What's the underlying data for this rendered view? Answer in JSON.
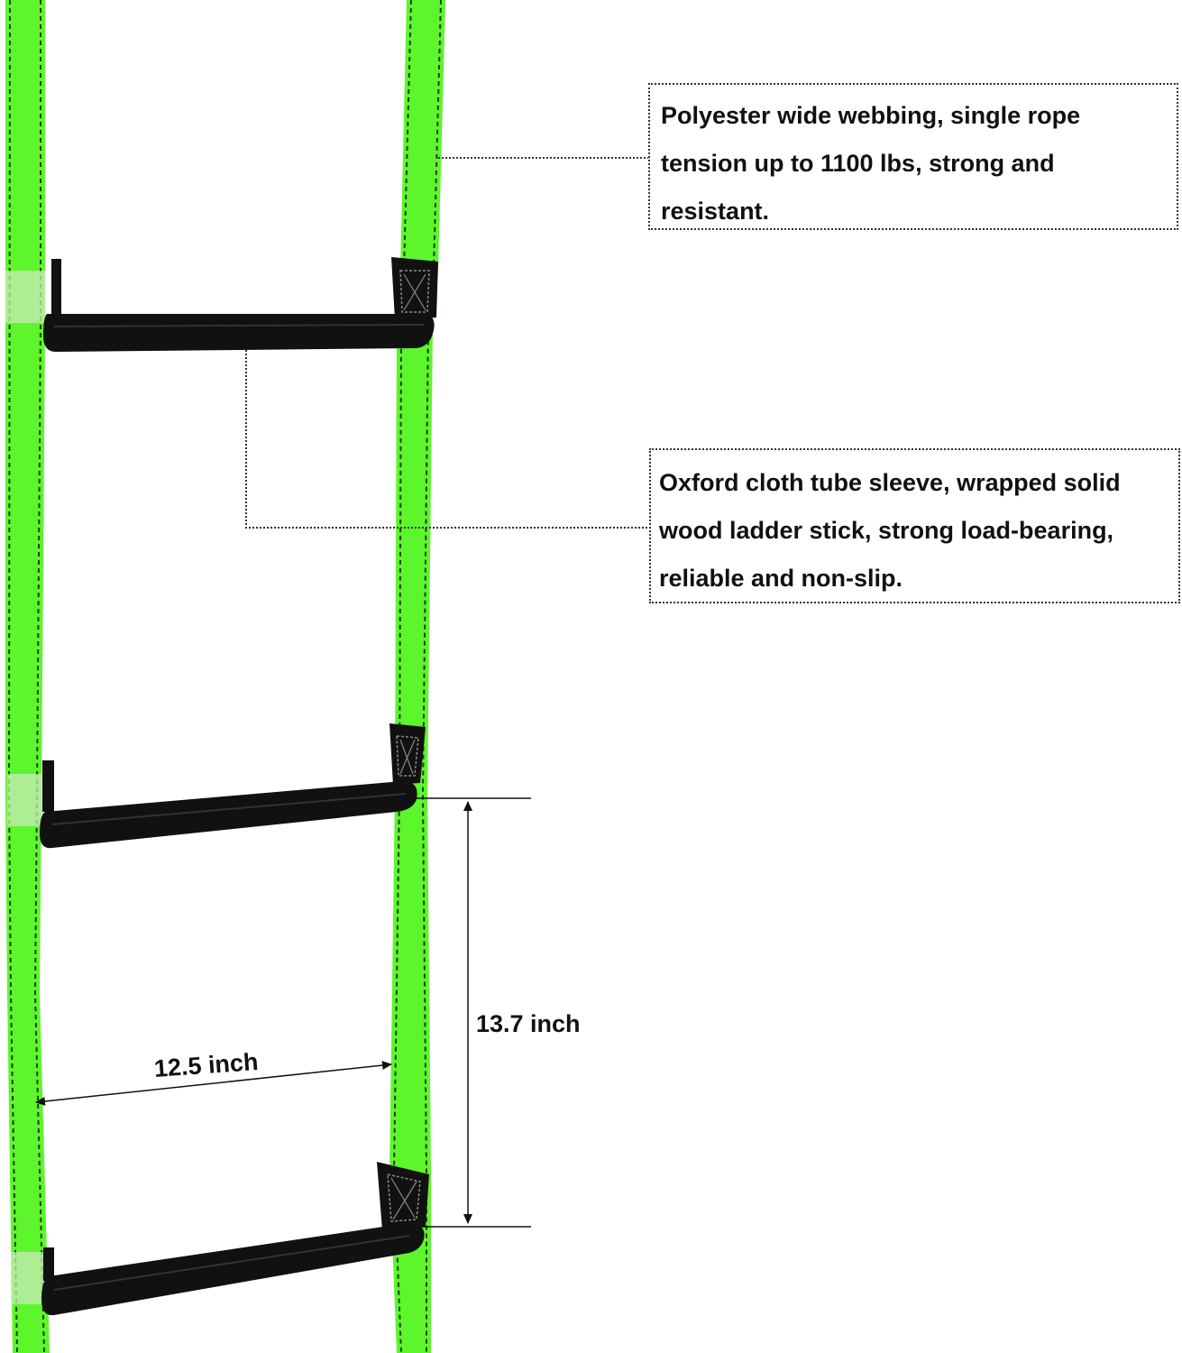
{
  "callouts": {
    "webbing": {
      "line1": "Polyester wide webbing, single rope",
      "line2": "tension up to 1100 lbs, strong and",
      "line3": "resistant."
    },
    "sleeve": {
      "line1": "Oxford cloth tube sleeve, wrapped solid",
      "line2": "wood ladder stick, strong load-bearing,",
      "line3": "reliable and non-slip."
    }
  },
  "dimensions": {
    "rung_spacing": "13.7 inch",
    "rung_width": "12.5 inch"
  },
  "colors": {
    "webbing_green": "#5df52c",
    "rung_black": "#111111",
    "stitch": "#1f3d10",
    "leader_line": "#333333"
  }
}
